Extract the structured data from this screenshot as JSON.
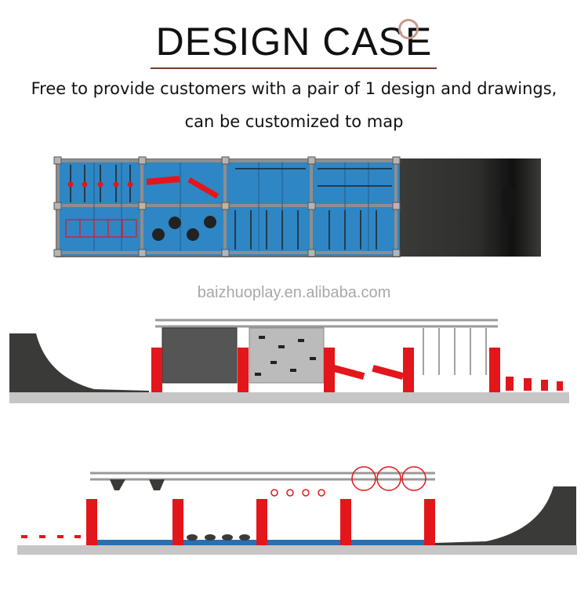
{
  "header": {
    "title": "DESIGN CASE",
    "subtitle_line1": "Free to provide customers with a pair of 1 design and drawings,",
    "subtitle_line2": "can be customized to map"
  },
  "watermark": "baizhuoplay.en.alibaba.com",
  "colors": {
    "panel_blue": "#2f86c4",
    "truss_gray": "#9a9a9a",
    "post_red": "#e3161b",
    "ramp_dark": "#3a3a38",
    "floor_blue": "#2a6fb0",
    "ground_gray": "#c6c6c6"
  },
  "icons": {
    "header_circle": "ring-icon"
  }
}
